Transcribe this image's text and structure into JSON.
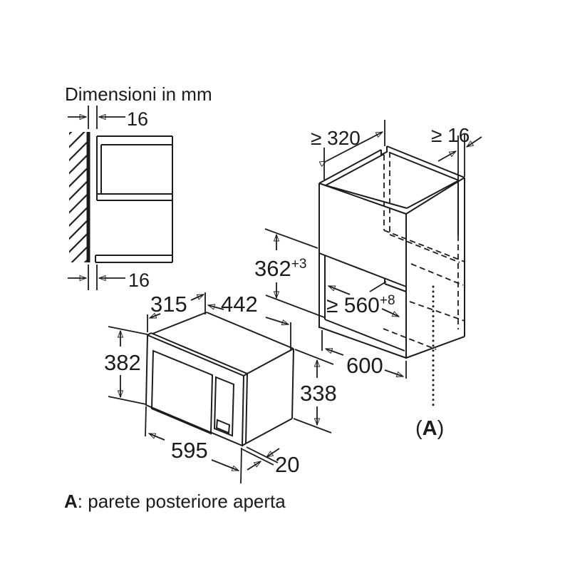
{
  "title": "Dimensioni in mm",
  "footnote": {
    "bold_prefix": "A",
    "rest": ": parete posteriore aperta"
  },
  "colors": {
    "line": "#1c1c1c",
    "background": "#ffffff"
  },
  "wall_section": {
    "top_gap": "16",
    "bottom_gap": "16"
  },
  "cabinet": {
    "top_depth_min": "≥ 320",
    "side_panel_min": "≥ 16",
    "niche_height": {
      "value": "362",
      "tolerance": "+3"
    },
    "niche_width": {
      "value": "≥ 560",
      "tolerance": "+8"
    },
    "width": "600",
    "open_back_label": {
      "open": "(",
      "letter": "A",
      "close": ")"
    }
  },
  "microwave": {
    "depth": "315",
    "body_width": "442",
    "frame_height": "382",
    "body_height": "338",
    "frame_width": "595",
    "frame_thickness": "20"
  }
}
